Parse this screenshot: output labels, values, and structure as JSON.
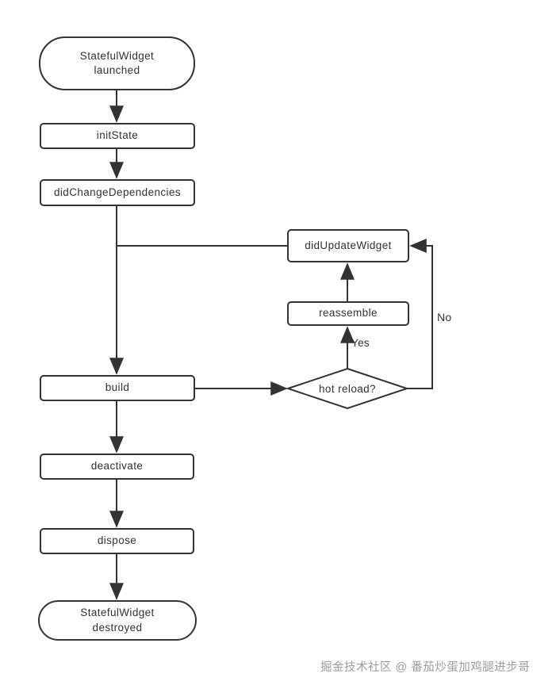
{
  "diagram_title": "StatefulWidget lifecycle flowchart",
  "nodes": {
    "launched": "StatefulWidget\nlaunched",
    "init_state": "initState",
    "did_change_dependencies": "didChangeDependencies",
    "did_update_widget": "didUpdateWidget",
    "reassemble": "reassemble",
    "hot_reload": "hot reload?",
    "build": "build",
    "deactivate": "deactivate",
    "dispose": "dispose",
    "destroyed": "StatefulWidget\ndestroyed"
  },
  "edge_labels": {
    "yes": "Yes",
    "no": "No"
  },
  "edges": [
    {
      "from": "launched",
      "to": "init_state"
    },
    {
      "from": "init_state",
      "to": "did_change_dependencies"
    },
    {
      "from": "did_change_dependencies",
      "to": "build"
    },
    {
      "from": "did_change_dependencies",
      "to": "did_update_widget"
    },
    {
      "from": "build",
      "to": "hot_reload"
    },
    {
      "from": "hot_reload",
      "to": "reassemble",
      "label": "Yes"
    },
    {
      "from": "reassemble",
      "to": "did_update_widget"
    },
    {
      "from": "hot_reload",
      "to": "did_update_widget",
      "label": "No"
    },
    {
      "from": "build",
      "to": "deactivate"
    },
    {
      "from": "deactivate",
      "to": "dispose"
    },
    {
      "from": "dispose",
      "to": "destroyed"
    }
  ],
  "watermark": "掘金技术社区 @ 番茄炒蛋加鸡腿进步哥",
  "colors": {
    "stroke": "#333333",
    "text": "#333333",
    "background": "#ffffff",
    "watermark": "#9c9c9c"
  }
}
